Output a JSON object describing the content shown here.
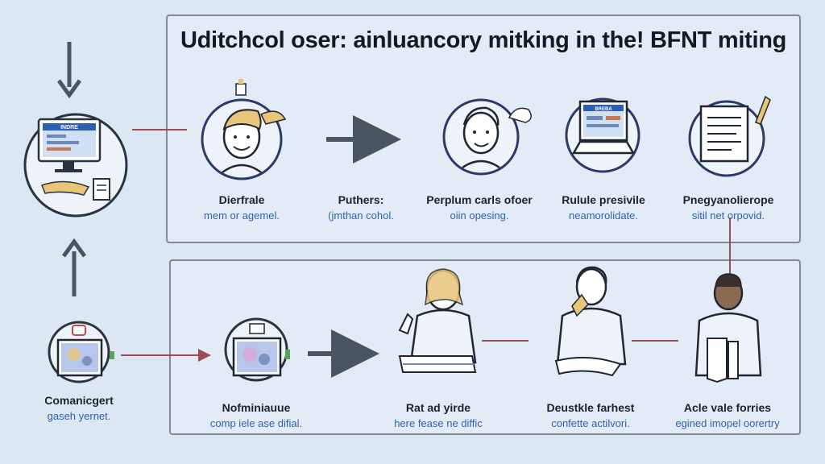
{
  "title": "Uditchcol oser: ainluancory mitking in the! BFNT miting",
  "steps": [
    {
      "name": "Dierfrale",
      "sub": "mem or agemel."
    },
    {
      "name": "Puthers:",
      "sub": "(jmthan cohol."
    },
    {
      "name": "Perplum carls ofoer",
      "sub": "oiin opesing."
    },
    {
      "name": "Rulule presivile",
      "sub": "neamorolidate."
    },
    {
      "name": "Pnegyanolierope",
      "sub": "sitil net orpovid."
    },
    {
      "name": "Comanicgert",
      "sub": "gaseh yernet."
    },
    {
      "name": "Nofminiauue",
      "sub": "comp iele ase difial."
    },
    {
      "name": "Rat ad yirde",
      "sub": "here fease ne diffic"
    },
    {
      "name": "Deustkle farhest",
      "sub": "confette actilvori."
    },
    {
      "name": "Acle vale forries",
      "sub": "egined imopel oorertry"
    }
  ],
  "screen_text": {
    "monitor_header": "INDRE",
    "laptop_header": "BREBA"
  },
  "colors": {
    "background": "#dce7f4",
    "panel_border": "#7f8894",
    "arrow": "#4a5562",
    "connector": "#9a4d55",
    "circle_stroke": "#2c3a6b",
    "accent_text": "#2f5fb1"
  }
}
